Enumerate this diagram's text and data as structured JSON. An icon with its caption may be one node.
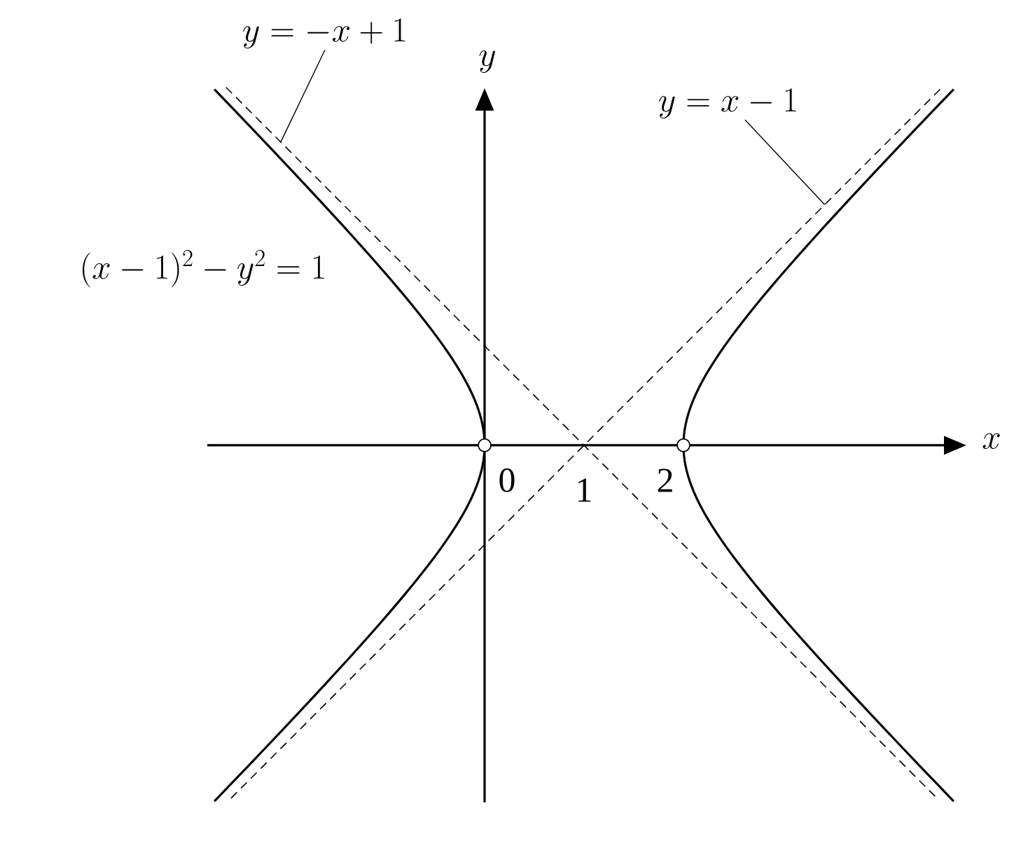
{
  "diagram": {
    "nodes": [
      {
        "text": [
          "y=-x+1"
        ]
      },
      {
        "text": [
          "y=x-1"
        ]
      }
    ],
    "edges": [
      {
        "from": 0,
        "to": null,
        "arrow": "none"
      },
      {
        "from": 1,
        "to": null,
        "arrow": "none"
      }
    ],
    "labels": [
      "(x-1)^2-y^2=1",
      "x",
      "y",
      "0",
      "1",
      "2"
    ]
  }
}
